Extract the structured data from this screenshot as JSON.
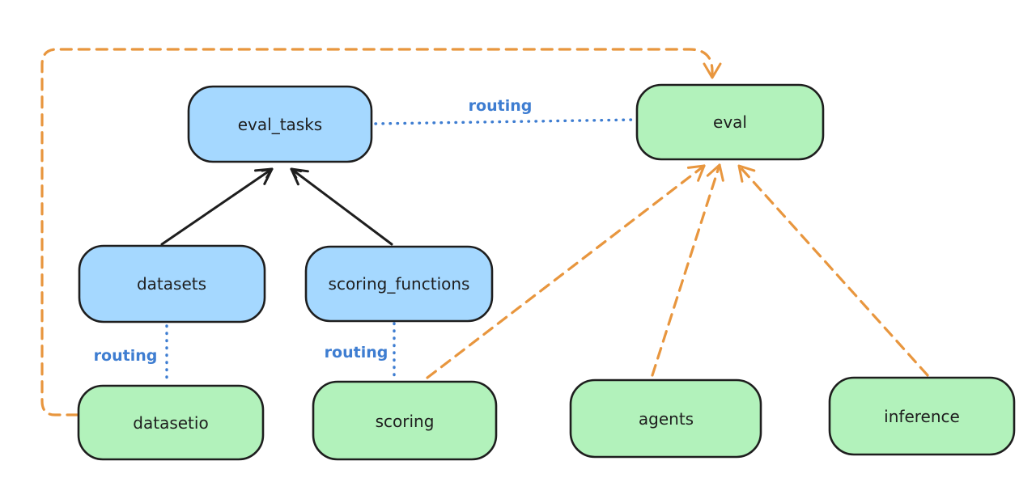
{
  "diagram": {
    "background": "#ffffff",
    "colors": {
      "node_stroke": "#1e1e1e",
      "text": "#1e1e1e",
      "blue_node_fill": "#a5d8ff",
      "green_node_fill": "#b2f2bb",
      "routing_blue": "#3e7dd1",
      "arrow_black": "#1e1e1e",
      "arrow_orange": "#e8963e"
    },
    "nodes": {
      "eval_tasks": {
        "label": "eval_tasks"
      },
      "eval": {
        "label": "eval"
      },
      "datasets": {
        "label": "datasets"
      },
      "scoring_functions": {
        "label": "scoring_functions"
      },
      "datasetio": {
        "label": "datasetio"
      },
      "scoring": {
        "label": "scoring"
      },
      "agents": {
        "label": "agents"
      },
      "inference": {
        "label": "inference"
      }
    },
    "edge_labels": {
      "eval_tasks_to_eval": "routing",
      "datasets_to_datasetio": "routing",
      "scoring_functions_to_scoring": "routing"
    }
  }
}
